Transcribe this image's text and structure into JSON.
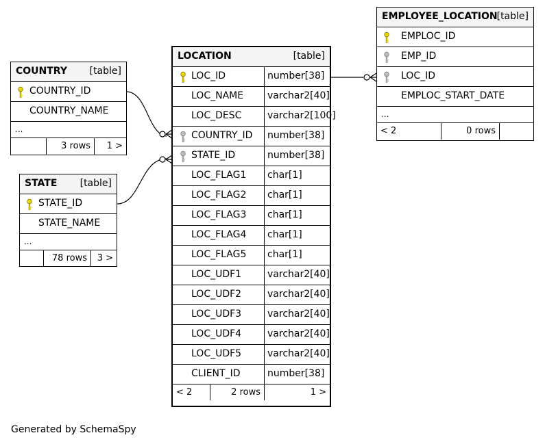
{
  "country": {
    "name": "COUNTRY",
    "kind": "[table]",
    "columns": [
      {
        "name": "COUNTRY_ID",
        "key": "primary-key-icon"
      },
      {
        "name": "COUNTRY_NAME",
        "key": ""
      }
    ],
    "ellipsis": "...",
    "footer": {
      "prev": "",
      "rows": "3 rows",
      "next": "1 >"
    }
  },
  "state": {
    "name": "STATE",
    "kind": "[table]",
    "columns": [
      {
        "name": "STATE_ID",
        "key": "primary-key-icon"
      },
      {
        "name": "STATE_NAME",
        "key": ""
      }
    ],
    "ellipsis": "...",
    "footer": {
      "prev": "",
      "rows": "78 rows",
      "next": "3 >"
    }
  },
  "location": {
    "name": "LOCATION",
    "kind": "[table]",
    "columns": [
      {
        "name": "LOC_ID",
        "type": "number[38]",
        "key": "primary-key-icon"
      },
      {
        "name": "LOC_NAME",
        "type": "varchar2[40]",
        "key": ""
      },
      {
        "name": "LOC_DESC",
        "type": "varchar2[100]",
        "key": ""
      },
      {
        "name": "COUNTRY_ID",
        "type": "number[38]",
        "key": "foreign-key-icon"
      },
      {
        "name": "STATE_ID",
        "type": "number[38]",
        "key": "foreign-key-icon"
      },
      {
        "name": "LOC_FLAG1",
        "type": "char[1]",
        "key": ""
      },
      {
        "name": "LOC_FLAG2",
        "type": "char[1]",
        "key": ""
      },
      {
        "name": "LOC_FLAG3",
        "type": "char[1]",
        "key": ""
      },
      {
        "name": "LOC_FLAG4",
        "type": "char[1]",
        "key": ""
      },
      {
        "name": "LOC_FLAG5",
        "type": "char[1]",
        "key": ""
      },
      {
        "name": "LOC_UDF1",
        "type": "varchar2[40]",
        "key": ""
      },
      {
        "name": "LOC_UDF2",
        "type": "varchar2[40]",
        "key": ""
      },
      {
        "name": "LOC_UDF3",
        "type": "varchar2[40]",
        "key": ""
      },
      {
        "name": "LOC_UDF4",
        "type": "varchar2[40]",
        "key": ""
      },
      {
        "name": "LOC_UDF5",
        "type": "varchar2[40]",
        "key": ""
      },
      {
        "name": "CLIENT_ID",
        "type": "number[38]",
        "key": ""
      }
    ],
    "footer": {
      "prev": "< 2",
      "rows": "2 rows",
      "next": "1 >"
    }
  },
  "employee_location": {
    "name": "EMPLOYEE_LOCATION",
    "kind": "[table]",
    "columns": [
      {
        "name": "EMPLOC_ID",
        "key": "primary-key-icon"
      },
      {
        "name": "EMP_ID",
        "key": "foreign-key-icon"
      },
      {
        "name": "LOC_ID",
        "key": "foreign-key-icon"
      },
      {
        "name": "EMPLOC_START_DATE",
        "key": ""
      }
    ],
    "ellipsis": "...",
    "footer": {
      "prev": "< 2",
      "rows": "0 rows",
      "next": ""
    }
  },
  "colors": {
    "primary_key": "#e8d800",
    "foreign_key": "#bdbdbd",
    "header_bg": "#f4f4f4"
  },
  "generated_by": "Generated by SchemaSpy"
}
